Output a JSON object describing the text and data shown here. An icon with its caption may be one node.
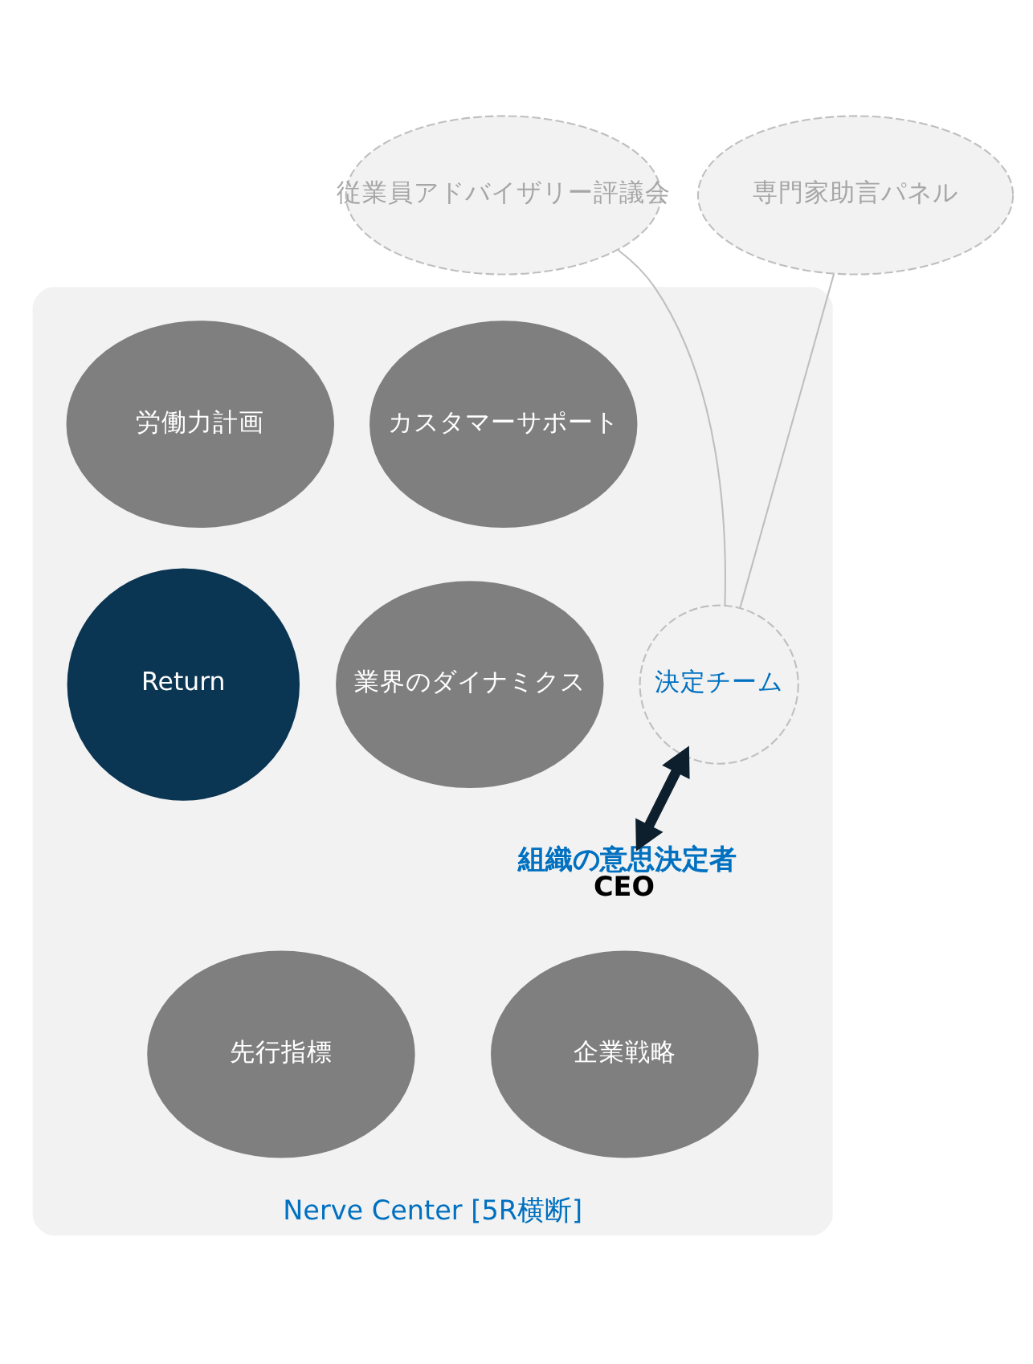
{
  "diagram": {
    "nodes": [
      {
        "text": [
          "Nerve Center [5R横断]"
        ]
      },
      {
        "text": [
          "従業員アドバイザリー評議会"
        ]
      },
      {
        "text": [
          "専門家助言パネル"
        ]
      },
      {
        "text": [
          "カスタマーサポート"
        ],
        "in": 0
      },
      {
        "text": [
          "労働力計画"
        ],
        "in": 0
      },
      {
        "text": [
          "業界のダイナミクス"
        ],
        "in": 0
      },
      {
        "text": [
          "決定チーム"
        ],
        "in": 0
      },
      {
        "text": [
          "Return"
        ],
        "in": 0
      },
      {
        "text": [
          "組織の意思決定者",
          "CEO"
        ],
        "in": 0
      },
      {
        "text": [
          "企業戦略"
        ],
        "in": 0
      },
      {
        "text": [
          "先行指標"
        ],
        "in": 0
      }
    ],
    "edges": [
      {
        "from": 1,
        "to": 6,
        "arrow": "none"
      },
      {
        "from": 2,
        "to": 6,
        "arrow": "none"
      },
      {
        "from": 6,
        "to": 8,
        "arrow": "both",
        "style": "thick",
        "color": "#0d1f2d"
      }
    ]
  }
}
